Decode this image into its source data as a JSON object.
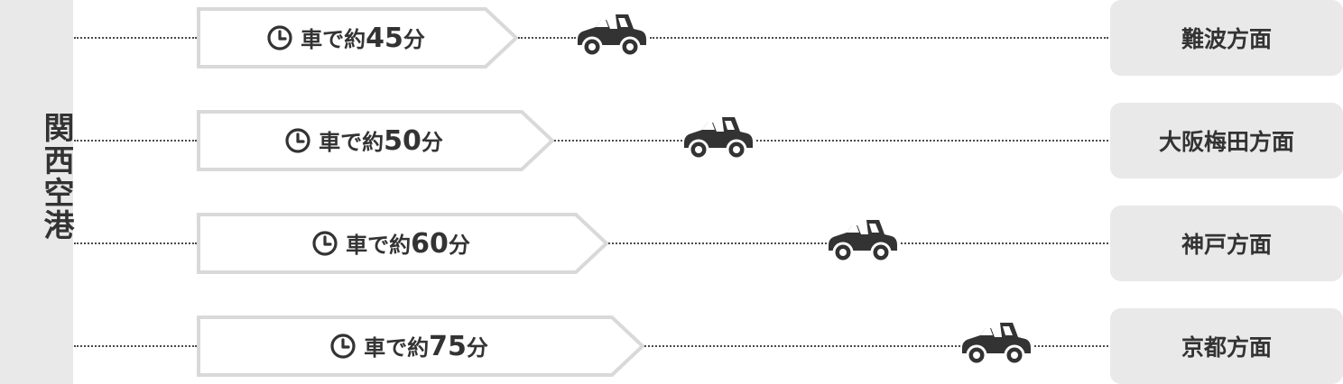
{
  "origin": {
    "label": "関西空港"
  },
  "routes": [
    {
      "time_prefix": "車で約",
      "minutes": "45",
      "unit": "分",
      "destination": "難波方面",
      "vehicle_icon": "car-icon",
      "time_icon": "clock-icon"
    },
    {
      "time_prefix": "車で約",
      "minutes": "50",
      "unit": "分",
      "destination": "大阪梅田方面",
      "vehicle_icon": "car-icon",
      "time_icon": "clock-icon"
    },
    {
      "time_prefix": "車で約",
      "minutes": "60",
      "unit": "分",
      "destination": "神戸方面",
      "vehicle_icon": "car-icon",
      "time_icon": "clock-icon"
    },
    {
      "time_prefix": "車で約",
      "minutes": "75",
      "unit": "分",
      "destination": "京都方面",
      "vehicle_icon": "car-icon",
      "time_icon": "clock-icon"
    }
  ],
  "colors": {
    "text": "#333333",
    "panel": "#e9e9e9",
    "arrow_border": "#d9d9d9",
    "car": "#333333"
  }
}
